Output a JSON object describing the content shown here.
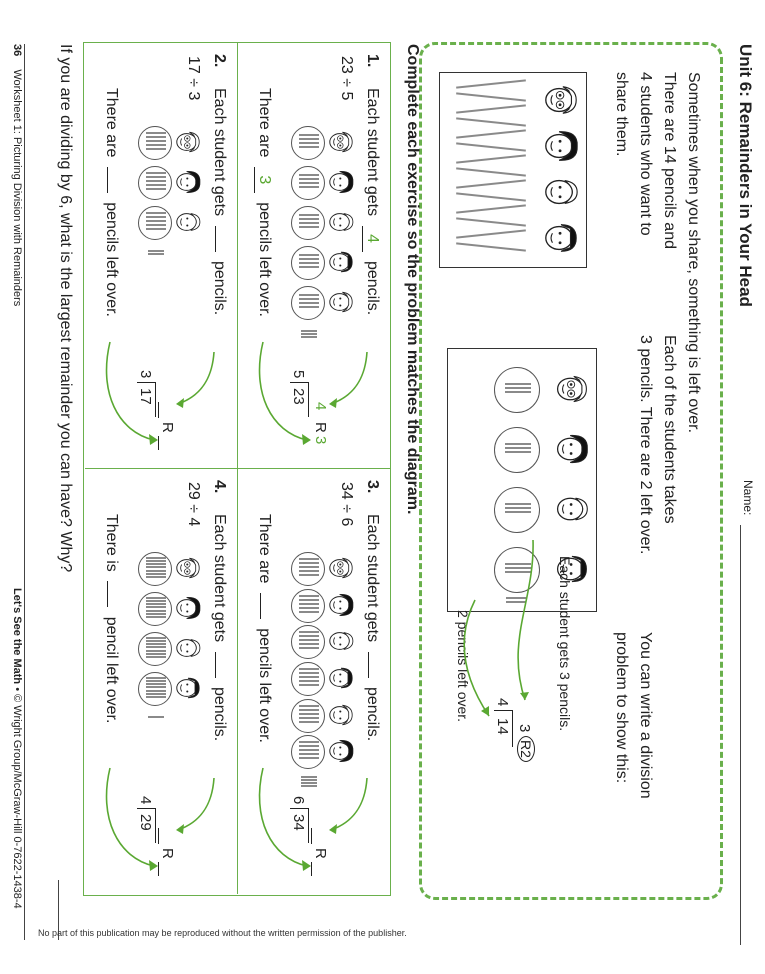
{
  "header": {
    "name_label": "Name:",
    "title": "Unit 6: Remainders in Your Head"
  },
  "intro": {
    "line1": "Sometimes when you share, something is left over.",
    "line2": "There are 14 pencils and",
    "line3": "4 students who want to",
    "line4": "share them.",
    "mid1": "Each of the students takes",
    "mid2": "3 pencils. There are 2 left over.",
    "right1": "You can write a division",
    "right2": "problem to show this:",
    "each_gets": "Each student gets 3 pencils.",
    "left_over": "2 pencils left over.",
    "div_quotient": "3",
    "div_remainder": "R2",
    "div_divisor": "4",
    "div_dividend": "14"
  },
  "instructions": "Complete each exercise so the problem matches the diagram.",
  "exercises": [
    {
      "num": "1.",
      "expr": "23 ÷ 5",
      "gets_pre": "Each student gets",
      "gets_ans": "4",
      "gets_post": "pencils.",
      "left_pre": "There are",
      "left_ans": "3",
      "left_post": "pencils left over.",
      "divisor": "5",
      "dividend": "23",
      "quot": "4",
      "rem_label": "R",
      "rem": "3"
    },
    {
      "num": "2.",
      "expr": "17 ÷ 3",
      "gets_pre": "Each student gets",
      "gets_ans": "",
      "gets_post": "pencils.",
      "left_pre": "There are",
      "left_ans": "",
      "left_post": "pencils left over.",
      "divisor": "3",
      "dividend": "17",
      "quot": "",
      "rem_label": "R",
      "rem": ""
    },
    {
      "num": "3.",
      "expr": "34 ÷ 6",
      "gets_pre": "Each student gets",
      "gets_ans": "",
      "gets_post": "pencils.",
      "left_pre": "There are",
      "left_ans": "",
      "left_post": "pencils left over.",
      "divisor": "6",
      "dividend": "34",
      "quot": "",
      "rem_label": "R",
      "rem": ""
    },
    {
      "num": "4.",
      "expr": "29 ÷ 4",
      "gets_pre": "Each student gets",
      "gets_ans": "",
      "gets_post": "pencils.",
      "left_pre": "There is",
      "left_ans": "",
      "left_post": "pencil left over.",
      "divisor": "4",
      "dividend": "29",
      "quot": "",
      "rem_label": "R",
      "rem": ""
    }
  ],
  "question": "If you are dividing by 6, what is the largest remainder you can have? Why?",
  "footer": {
    "page_num": "36",
    "worksheet": "Worksheet 1: Picturing Division with Remainders",
    "credit_bold": "Let's See the Math",
    "credit": " • © Wright Group/McGraw-Hill 0-7622-1438-4",
    "copyright": "No part of this publication may be reproduced without the written permission of the publisher."
  },
  "colors": {
    "accent": "#6ab04c",
    "answer": "#5aa832",
    "ink": "#222222"
  }
}
